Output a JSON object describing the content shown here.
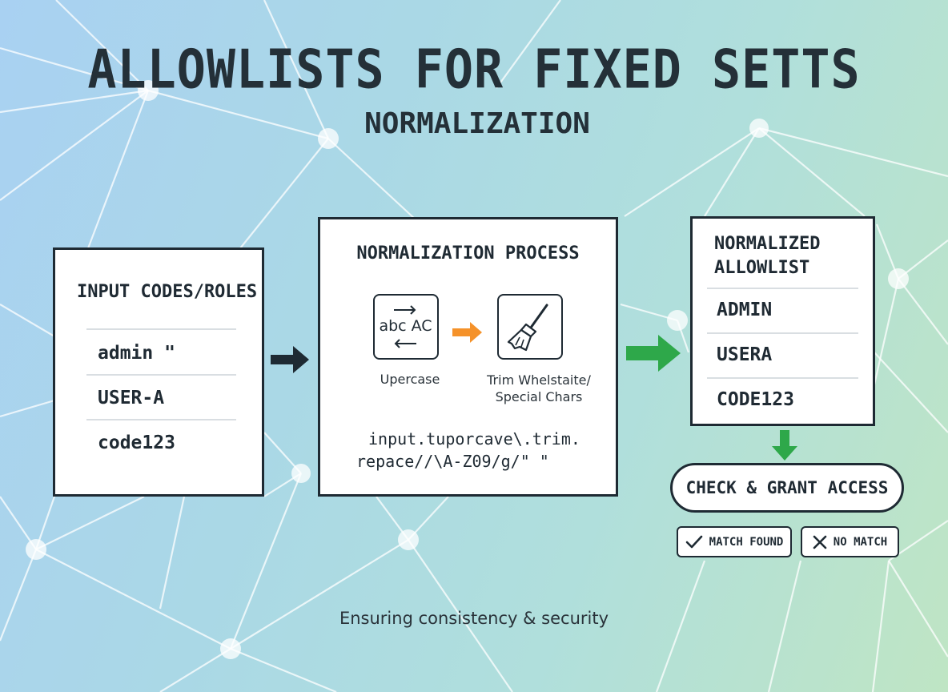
{
  "title": "ALLOWLISTS FOR FIXED SETTS",
  "subtitle": "NORMALIZATION",
  "input_panel": {
    "heading": "INPUT CODES/ROLES",
    "items": [
      "admin \"",
      "USER-A",
      "code123"
    ]
  },
  "process_panel": {
    "heading": "NORMALIZATION PROCESS",
    "uppercase_icon_text": "abc AC",
    "uppercase_caption": "Upercase",
    "trim_caption_line1": "Trim Whelstaite/",
    "trim_caption_line2": "Special Chars",
    "code_line1": "input.tuporcave\\.trim.",
    "code_line2": "repace//\\A-Z09/g/\" \""
  },
  "allowlist_panel": {
    "heading_line1": "NORMALIZED",
    "heading_line2": "ALLOWLIST",
    "items": [
      "ADMIN",
      "USERA",
      "CODE123"
    ]
  },
  "check_button_label": "CHECK & GRANT ACCESS",
  "match_found_label": "MATCH FOUND",
  "no_match_label": "NO MATCH",
  "footer": "Ensuring consistency & security",
  "colors": {
    "dark": "#1e2a33",
    "orange_arrow": "#f5922a",
    "green_arrow": "#2ea84a"
  }
}
